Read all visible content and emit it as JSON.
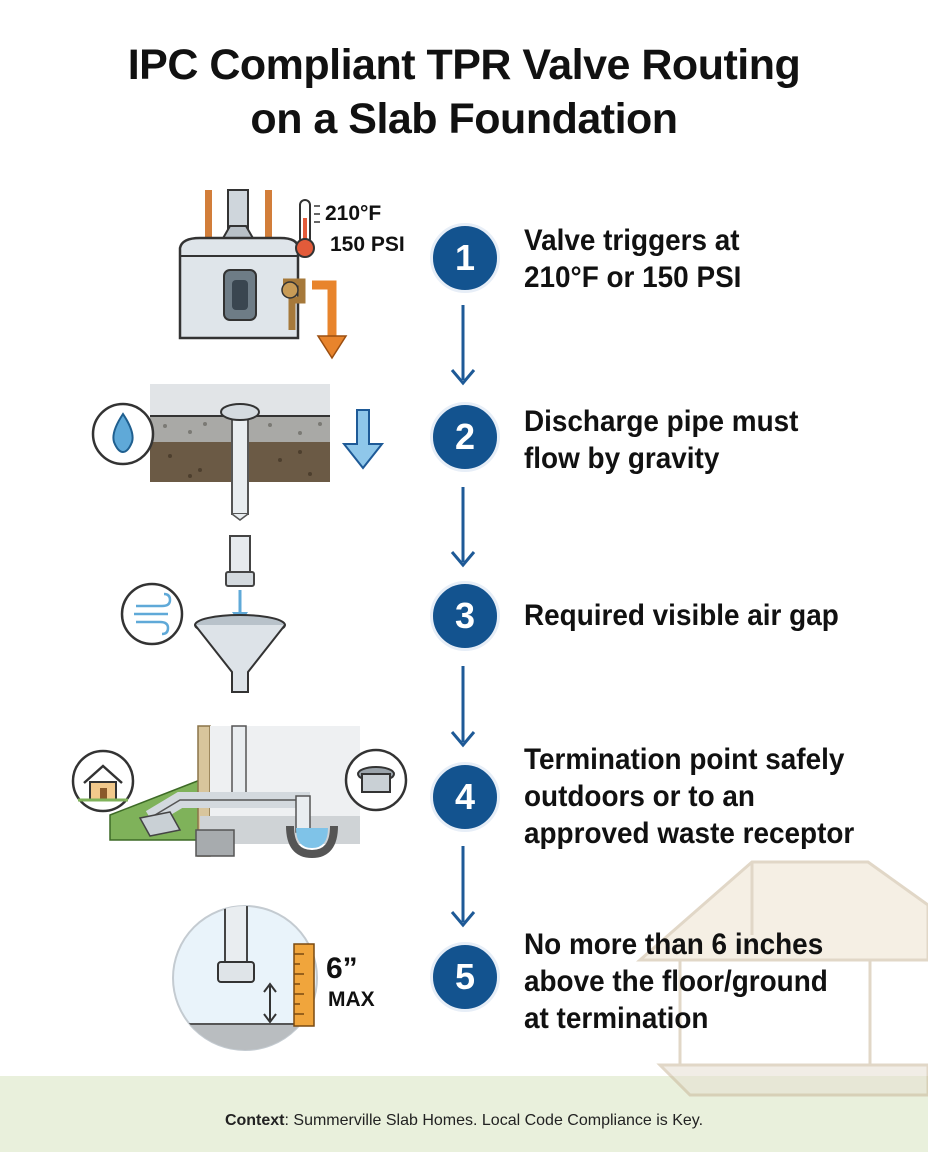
{
  "title": {
    "line1": "IPC Compliant TPR Valve Routing",
    "line2": "on a Slab Foundation"
  },
  "steps": [
    {
      "number": "1",
      "lines": [
        "Valve triggers at",
        "210°F or 150 PSI"
      ]
    },
    {
      "number": "2",
      "lines": [
        "Discharge pipe must",
        "flow by gravity"
      ]
    },
    {
      "number": "3",
      "lines": [
        "Required visible air gap"
      ]
    },
    {
      "number": "4",
      "lines": [
        "Termination point safely",
        "outdoors or to an",
        "approved waste receptor"
      ]
    },
    {
      "number": "5",
      "lines": [
        "No more than 6 inches",
        "above the floor/ground",
        "at termination"
      ]
    }
  ],
  "labels": {
    "temp": "210°F",
    "pressure": "150 PSI",
    "max_height": "6”",
    "max_word": "MAX"
  },
  "footer": {
    "bold": "Context",
    "rest": ": Summerville Slab Homes. Local Code Compliance is Key."
  },
  "colors": {
    "circle": "#13538f",
    "arrow": "#1e5a97",
    "orange": "#e8842c",
    "water": "#7fc3e8"
  },
  "icons": [
    "water-heater-icon",
    "thermometer-icon",
    "water-drop-icon",
    "air-flow-icon",
    "funnel-icon",
    "house-icon",
    "floor-drain-icon",
    "ruler-icon"
  ]
}
